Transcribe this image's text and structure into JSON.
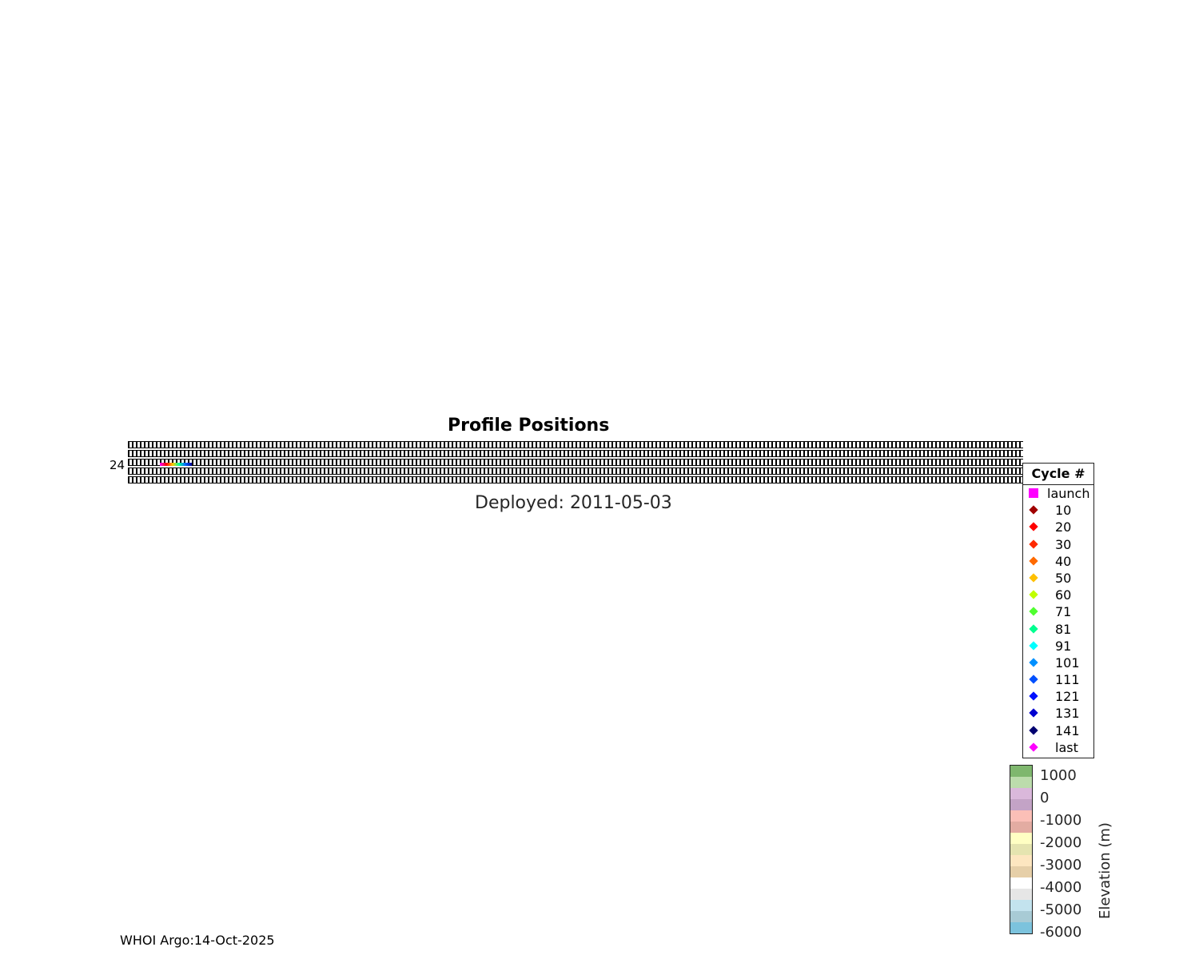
{
  "chart_data": {
    "type": "scatter",
    "title": "Profile Positions",
    "subtitle": "Deployed: 2011-05-03",
    "ytick_labels": [
      "24"
    ],
    "legend": {
      "title": "Cycle #",
      "placement": "right",
      "entries": [
        {
          "label": "launch",
          "color": "#ff00ff",
          "marker": "square"
        },
        {
          "label": "10",
          "color": "#a00000",
          "marker": "diamond"
        },
        {
          "label": "20",
          "color": "#ff0000",
          "marker": "diamond"
        },
        {
          "label": "30",
          "color": "#ff2a00",
          "marker": "diamond"
        },
        {
          "label": "40",
          "color": "#ff6a00",
          "marker": "diamond"
        },
        {
          "label": "50",
          "color": "#ffc000",
          "marker": "diamond"
        },
        {
          "label": "60",
          "color": "#c0ff00",
          "marker": "diamond"
        },
        {
          "label": "71",
          "color": "#50ff30",
          "marker": "diamond"
        },
        {
          "label": "81",
          "color": "#00ff90",
          "marker": "diamond"
        },
        {
          "label": "91",
          "color": "#00ffff",
          "marker": "diamond"
        },
        {
          "label": "101",
          "color": "#0090ff",
          "marker": "diamond"
        },
        {
          "label": "111",
          "color": "#0050ff",
          "marker": "diamond"
        },
        {
          "label": "121",
          "color": "#0010ff",
          "marker": "diamond"
        },
        {
          "label": "131",
          "color": "#0000d0",
          "marker": "diamond"
        },
        {
          "label": "141",
          "color": "#000070",
          "marker": "diamond"
        },
        {
          "label": "last",
          "color": "#ff00ff",
          "marker": "diamond"
        }
      ]
    },
    "colorbar": {
      "label": "Elevation (m)",
      "ticks": [
        "1000",
        "0",
        "-1000",
        "-2000",
        "-3000",
        "-4000",
        "-5000",
        "-6000"
      ],
      "colors": [
        "#7fb76e",
        "#bcdcac",
        "#dab8db",
        "#c3a3c6",
        "#fbbfb7",
        "#e3aca2",
        "#ffffc3",
        "#e5e4b0",
        "#fde6c0",
        "#e6cfa8",
        "#ffffff",
        "#e6e6e6",
        "#c3e3ee",
        "#a8cbd5",
        "#7cc3dd"
      ]
    }
  },
  "footer": "WHOI Argo:14-Oct-2025"
}
